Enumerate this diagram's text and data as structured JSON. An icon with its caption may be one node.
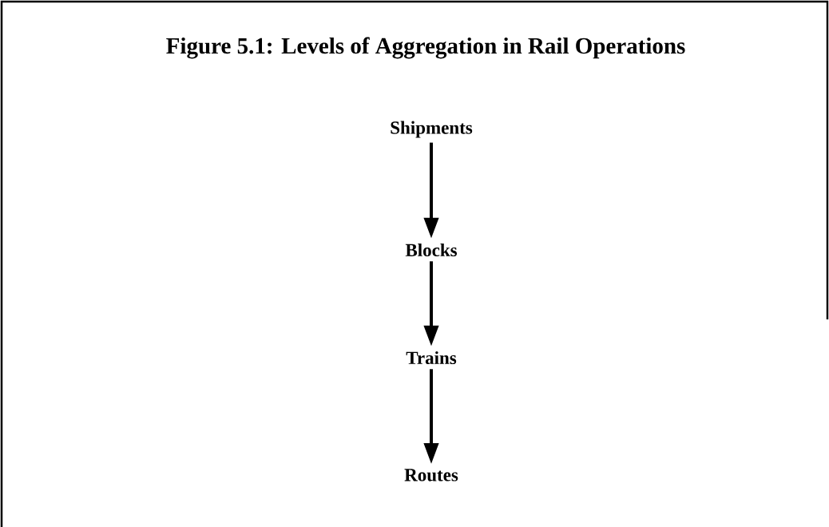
{
  "diagram": {
    "title": "Figure 5.1: Levels of Aggregation in Rail Operations",
    "nodes": [
      {
        "text": [
          "Shipments"
        ]
      },
      {
        "text": [
          "Blocks"
        ]
      },
      {
        "text": [
          "Trains"
        ]
      },
      {
        "text": [
          "Routes"
        ]
      }
    ],
    "edges": [
      {
        "from": 0,
        "to": 1,
        "arrow": "to"
      },
      {
        "from": 1,
        "to": 2,
        "arrow": "to"
      },
      {
        "from": 2,
        "to": 3,
        "arrow": "to"
      }
    ]
  }
}
